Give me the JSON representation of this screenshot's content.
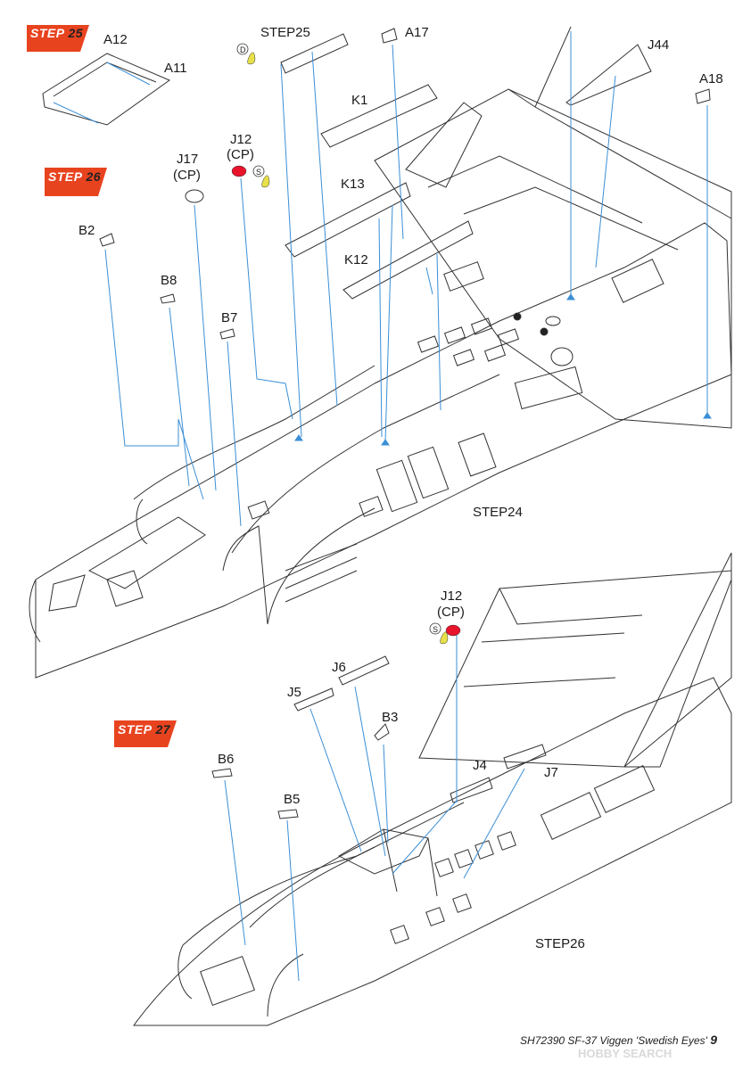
{
  "steps": {
    "s25": {
      "word": "STEP",
      "num": "25"
    },
    "s26": {
      "word": "STEP",
      "num": "26"
    },
    "s27": {
      "word": "STEP",
      "num": "27"
    }
  },
  "labels": {
    "a12": "A12",
    "a11": "A11",
    "step25_ref": "STEP25",
    "a17": "A17",
    "j44": "J44",
    "k1": "K1",
    "a18": "A18",
    "j12_top": "J12",
    "cp_top": "(CP)",
    "j17": "J17",
    "cp_j17": "(CP)",
    "k13": "K13",
    "b2": "B2",
    "k12": "K12",
    "b8": "B8",
    "b7": "B7",
    "step24_ref": "STEP24",
    "j12_bottom": "J12",
    "cp_bottom": "(CP)",
    "j6": "J6",
    "j5": "J5",
    "b3": "B3",
    "b6": "B6",
    "j4": "J4",
    "j7": "J7",
    "b5": "B5",
    "step26_ref": "STEP26"
  },
  "paint_codes": {
    "d": "D",
    "s1": "S",
    "s2": "S"
  },
  "footer": {
    "kit": "SH72390  SF-37 Viggen 'Swedish Eyes'",
    "page": "9"
  },
  "watermark": "HOBBY SEARCH",
  "colors": {
    "step_accent": "#e8431f",
    "leader": "#3b8fd6",
    "paint_red": "#e8142b",
    "paint_yellow": "#e8e04a"
  }
}
